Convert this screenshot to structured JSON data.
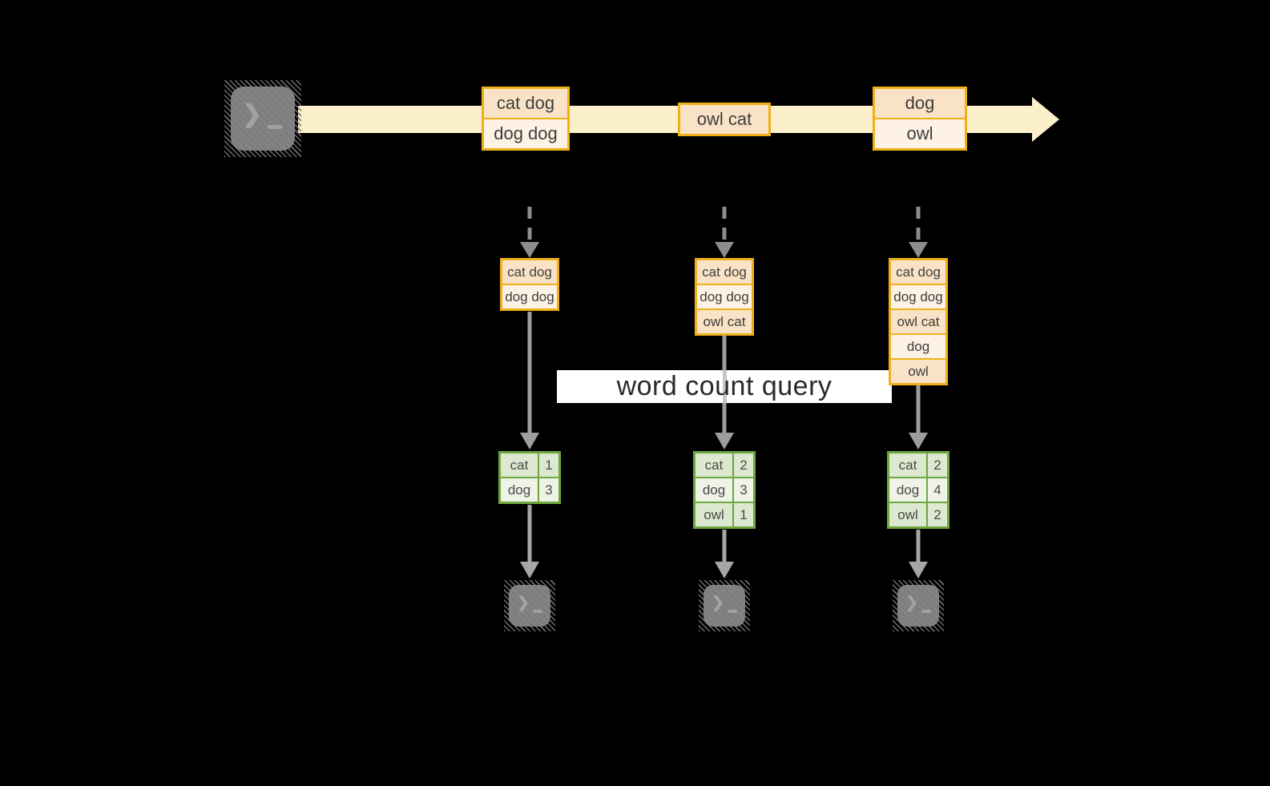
{
  "colors": {
    "band": "#fcf0ca",
    "gold": "#efb019",
    "peach": "#f9e2c5",
    "cream": "#fdf2e4",
    "green": "#6ea73e",
    "green_light": "#dde8d0",
    "green_lighter": "#eef3e6"
  },
  "stream": {
    "events": [
      {
        "lines": [
          "cat dog",
          "dog dog"
        ]
      },
      {
        "lines": [
          "owl cat"
        ]
      },
      {
        "lines": [
          "dog",
          "owl"
        ]
      }
    ]
  },
  "query": {
    "label": "word count query"
  },
  "columns": [
    {
      "state": [
        "cat dog",
        "dog dog"
      ],
      "counts": [
        [
          "cat",
          "1"
        ],
        [
          "dog",
          "3"
        ]
      ]
    },
    {
      "state": [
        "cat dog",
        "dog dog",
        "owl cat"
      ],
      "counts": [
        [
          "cat",
          "2"
        ],
        [
          "dog",
          "3"
        ],
        [
          "owl",
          "1"
        ]
      ]
    },
    {
      "state": [
        "cat dog",
        "dog dog",
        "owl cat",
        "dog",
        "owl"
      ],
      "counts": [
        [
          "cat",
          "2"
        ],
        [
          "dog",
          "4"
        ],
        [
          "owl",
          "2"
        ]
      ]
    }
  ],
  "icons": {
    "terminal_chevron": "❯"
  }
}
